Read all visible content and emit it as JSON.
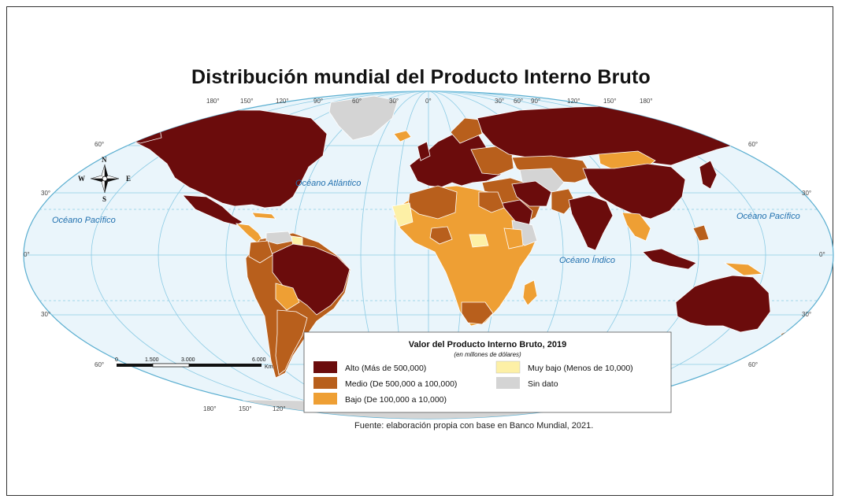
{
  "title": "Distribución mundial del Producto Interno Bruto",
  "oceans": {
    "pacific_west": "Océano Pacífico",
    "atlantic": "Océano Atlántico",
    "indian": "Océano Índico",
    "pacific_east": "Océano Pacífico"
  },
  "longitude_labels_top": [
    "180°",
    "150°",
    "120°",
    "90°",
    "60°",
    "30°",
    "0°",
    "30°",
    "60°",
    "90°",
    "120°",
    "150°",
    "180°"
  ],
  "longitude_labels_bottom": [
    "180°",
    "150°",
    "120°"
  ],
  "latitude_labels": [
    "60°",
    "30°",
    "0°",
    "30°",
    "60°"
  ],
  "compass": {
    "n": "N",
    "s": "S",
    "e": "E",
    "w": "W"
  },
  "scale": {
    "ticks": [
      "0",
      "1.500",
      "3.000",
      "6.000"
    ],
    "unit": "Km."
  },
  "legend": {
    "title": "Valor del Producto Interno Bruto, 2019",
    "subtitle": "(en millones de dólares)",
    "items": [
      {
        "label": "Alto (Más de 500,000)",
        "color": "#6b0c0c"
      },
      {
        "label": "Medio (De 500,000 a 100,000)",
        "color": "#b85f1c"
      },
      {
        "label": "Bajo (De 100,000 a 10,000)",
        "color": "#ee9f34"
      },
      {
        "label": "Muy bajo (Menos de 10,000)",
        "color": "#fdf0a6"
      },
      {
        "label": "Sin dato",
        "color": "#d4d4d4"
      }
    ]
  },
  "source": "Fuente: elaboración propia con base en Banco Mundial, 2021."
}
